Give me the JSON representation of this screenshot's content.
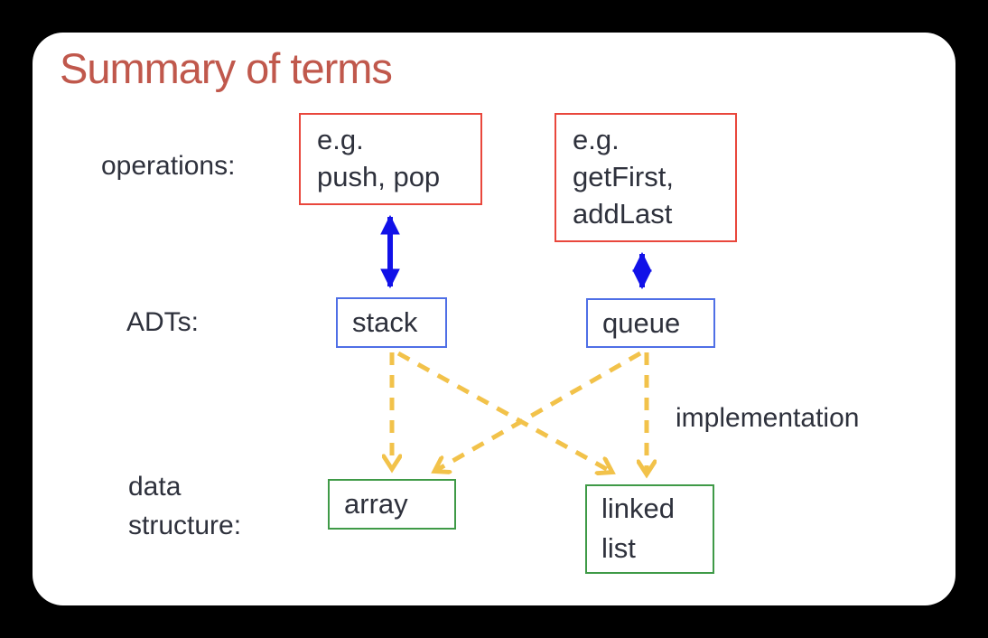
{
  "slide": {
    "title": "Summary of terms"
  },
  "labels": {
    "operations": "operations:",
    "adts": "ADTs:",
    "data_structure_line1": "data",
    "data_structure_line2": "structure:",
    "implementation": "implementation"
  },
  "boxes": {
    "stack_ops": {
      "lines": [
        "e.g.",
        "push, pop"
      ]
    },
    "queue_ops": {
      "lines": [
        "e.g.",
        "getFirst,",
        "addLast"
      ]
    },
    "stack": {
      "label": "stack"
    },
    "queue": {
      "label": "queue"
    },
    "array": {
      "label": "array"
    },
    "linked_list": {
      "lines": [
        "linked",
        "list"
      ]
    }
  },
  "arrows": {
    "operations_to_adts": "double-headed solid blue vertical arrows",
    "adts_to_data_structures": "dashed gold arrows (stack→array, stack→linked list, queue→array, queue→linked list)"
  },
  "colors": {
    "page_bg": "#000000",
    "slide_bg": "#ffffff",
    "title": "#c0584c",
    "text": "#2e313c",
    "operations_box_border": "#e9473c",
    "adt_box_border": "#4f6fe6",
    "data_structure_box_border": "#3f9a47",
    "adt_arrow_blue": "#1111e8",
    "implementation_arrow_gold": "#f2c24a"
  }
}
